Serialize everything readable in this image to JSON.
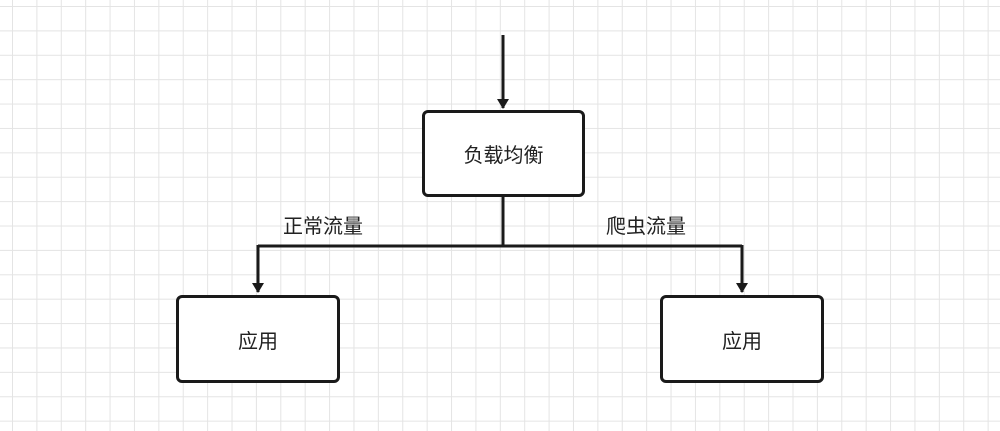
{
  "nodes": {
    "load_balancer": "负载均衡",
    "app_left": "应用",
    "app_right": "应用"
  },
  "edges": {
    "left_label": "正常流量",
    "right_label": "爬虫流量"
  },
  "colors": {
    "stroke": "#1a1a1a",
    "grid": "#e4e4e4",
    "background": "#ffffff"
  }
}
